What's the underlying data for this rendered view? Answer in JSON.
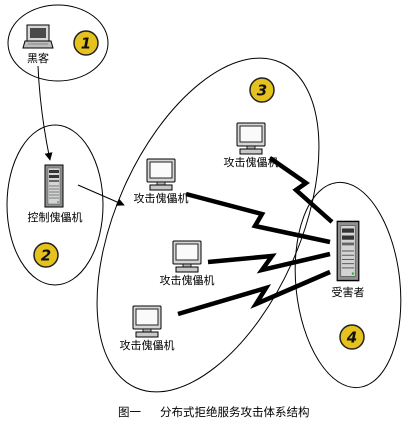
{
  "nodes": {
    "hacker": {
      "label": "黑客",
      "badge": "1",
      "icon": "laptop-icon"
    },
    "master": {
      "label": "控制傀儡机",
      "badge": "2",
      "icon": "server-icon"
    },
    "agents": {
      "badge": "3",
      "icon": "monitor-icon",
      "items": [
        {
          "label": "攻击傀儡机"
        },
        {
          "label": "攻击傀儡机"
        },
        {
          "label": "攻击傀儡机"
        },
        {
          "label": "攻击傀儡机"
        }
      ]
    },
    "victim": {
      "label": "受害者",
      "badge": "4",
      "icon": "server-icon"
    }
  },
  "caption": {
    "figure": "图一",
    "title": "分布式拒绝服务攻击体系结构"
  },
  "colors": {
    "badge_fill": "#e6c21e",
    "outline": "#000000",
    "attack_bolt": "#000000"
  }
}
